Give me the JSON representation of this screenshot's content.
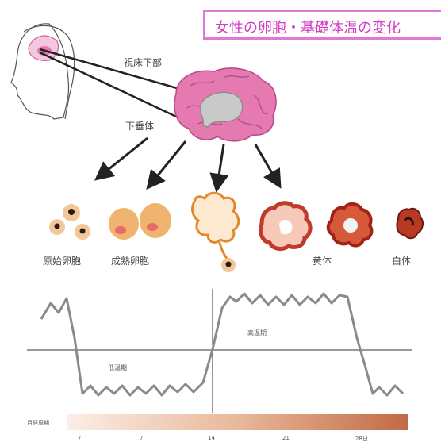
{
  "title": "女性の卵胞・基礎体温の変化",
  "labels": {
    "hypothalamus": "視床下部",
    "pituitary": "下垂体",
    "primordial_follicle": "原始卵胞",
    "mature_follicle": "成熟卵胞",
    "corpus_luteum": "黄体",
    "corpus_albicans": "白体",
    "high_phase": "高温期",
    "low_phase": "低温期",
    "day_axis_label": "月経周期"
  },
  "day_ticks": [
    "7",
    "7",
    "14",
    "21",
    "28日"
  ],
  "colors": {
    "title_border": "#e078d8",
    "title_text": "#d33bc4",
    "brain_pink": "#e47ab0",
    "curve": "#888888",
    "gradient_start": "#fbeee6",
    "gradient_end": "#c26a45"
  }
}
